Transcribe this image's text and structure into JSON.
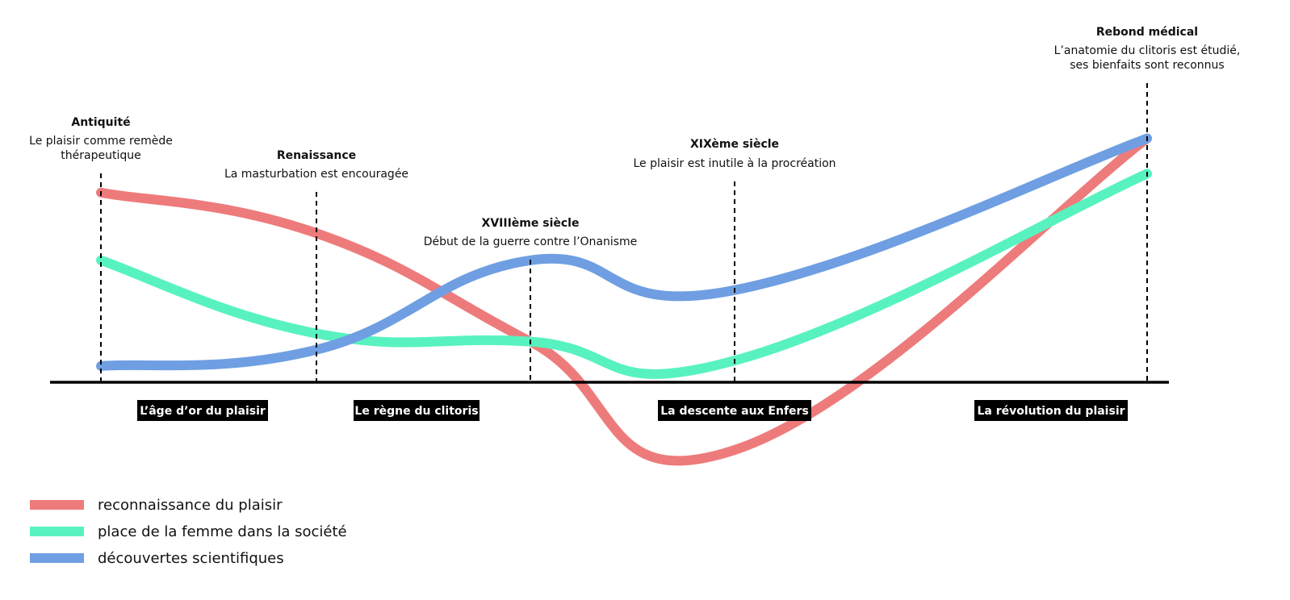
{
  "chart_data": {
    "type": "line",
    "x": [
      "Antiquité",
      "Renaissance",
      "XVIIIème siècle",
      "XIXème siècle",
      "Rebond médical"
    ],
    "events": [
      {
        "title": "Antiquité",
        "text": [
          "Le plaisir comme remède",
          "thérapeutique"
        ]
      },
      {
        "title": "Renaissance",
        "text": [
          "La masturbation est encouragée"
        ]
      },
      {
        "title": "XVIIIème siècle",
        "text": [
          "Début de la guerre contre l’Onanisme"
        ]
      },
      {
        "title": "XIXème siècle",
        "text": [
          "Le plaisir est inutile à la procréation"
        ]
      },
      {
        "title": "Rebond médical",
        "text": [
          "L’anatomie du clitoris est étudié,",
          "ses bienfaits sont reconnus"
        ]
      }
    ],
    "eras": [
      "L’âge d’or du plaisir",
      "Le règne du clitoris",
      "La descente aux Enfers",
      "La révolution du plaisir"
    ],
    "series": [
      {
        "name": "reconnaissance du plaisir",
        "color": "#ee7b7b",
        "values": [
          7,
          5.5,
          1.5,
          -2.5,
          9
        ]
      },
      {
        "name": "place de la femme dans la société",
        "color": "#58f2c0",
        "values": [
          4.5,
          1.8,
          1.5,
          0.8,
          7.7
        ]
      },
      {
        "name": "découvertes scientifiques",
        "color": "#6f9fe2",
        "values": [
          0.6,
          1.2,
          4.5,
          3.4,
          9
        ]
      }
    ],
    "ylim": [
      -3.5,
      12
    ],
    "grid": false,
    "legend": "bottom-left"
  }
}
